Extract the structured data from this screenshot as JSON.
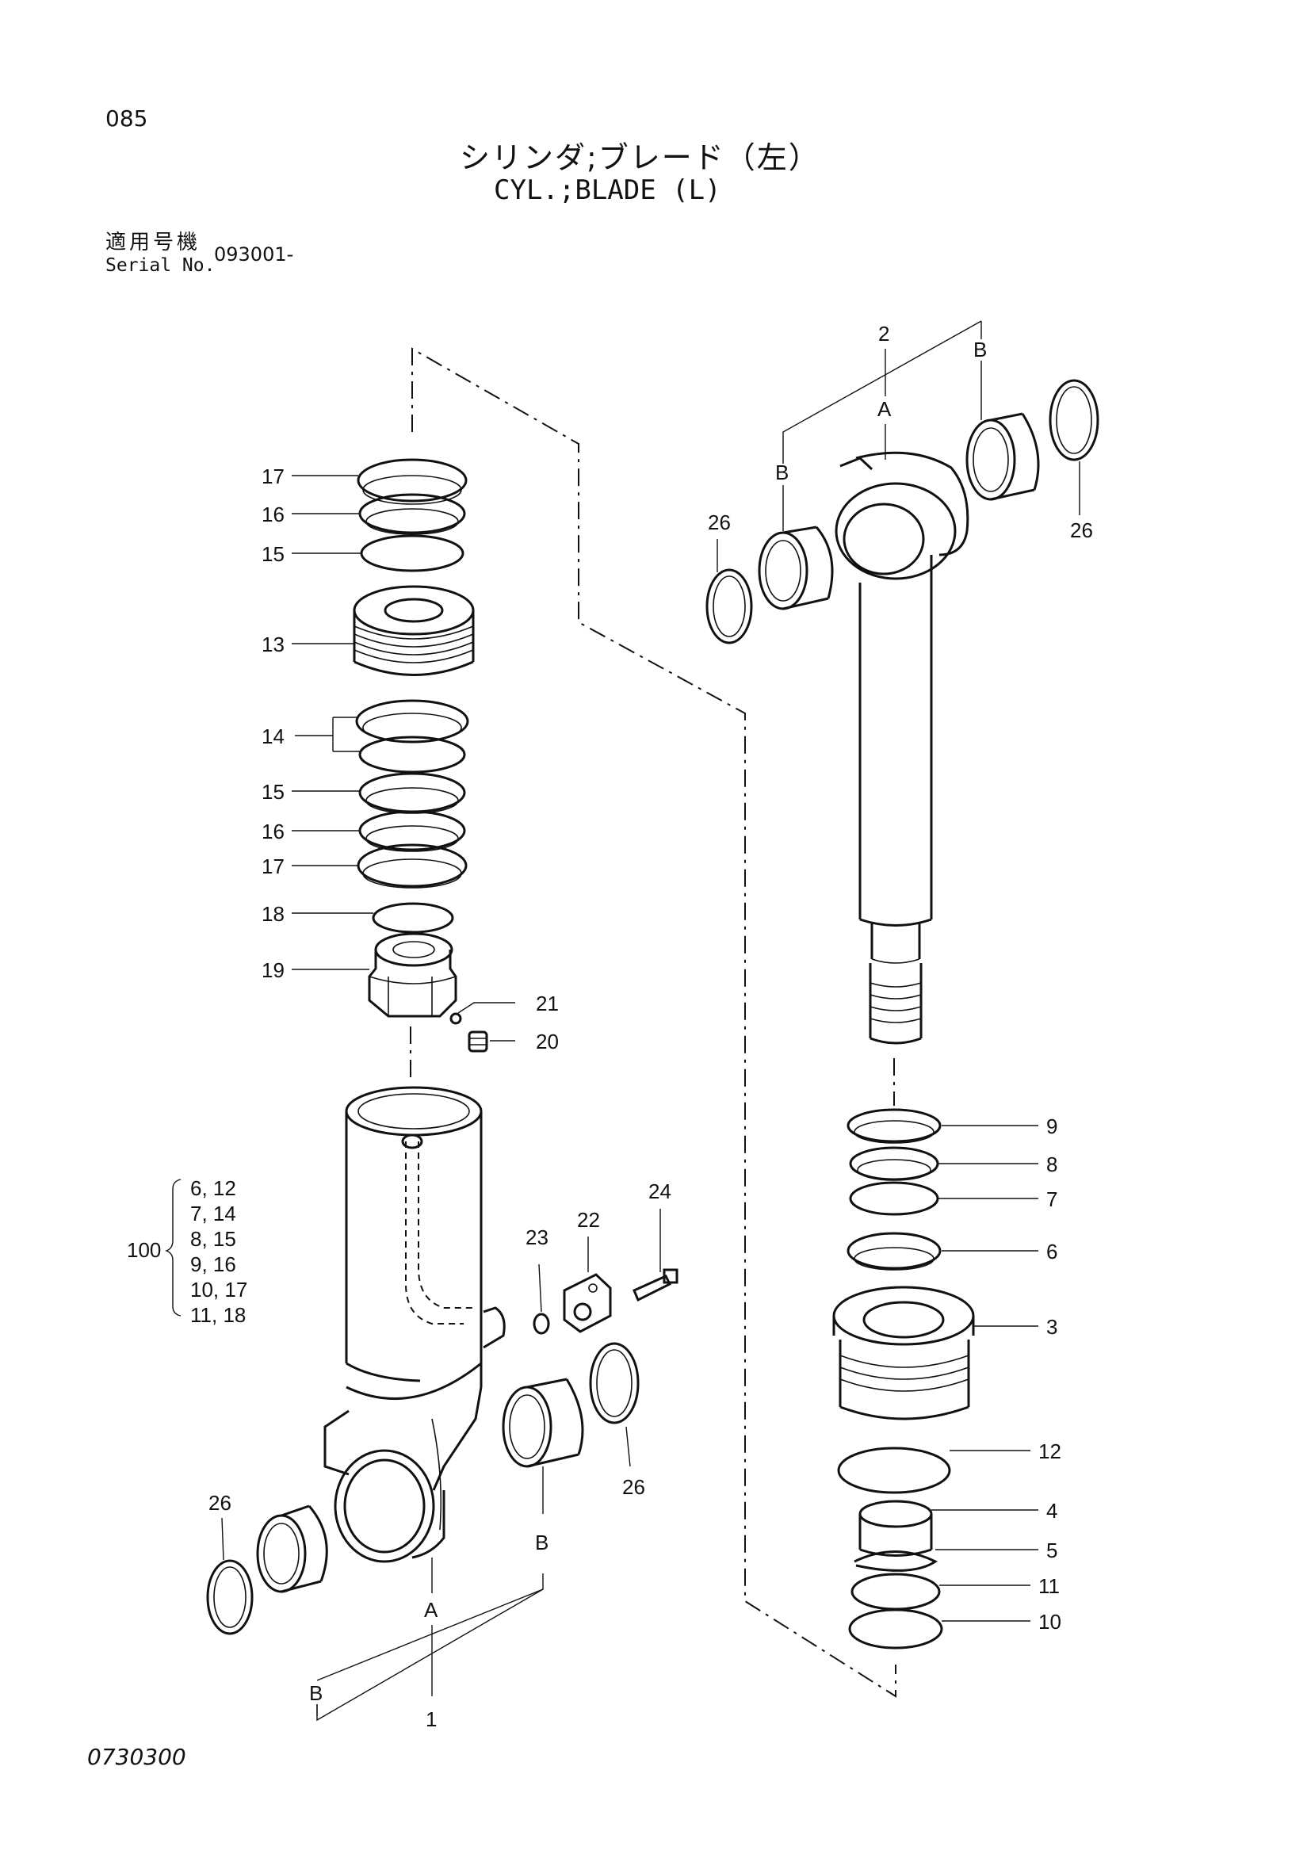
{
  "page_number": "085",
  "title_ja": "シリンダ;ブレード（左）",
  "title_en": "CYL.;BLADE (L)",
  "serial_label_ja": "適用号機",
  "serial_label_en": "Serial No.",
  "serial_value": "093001-",
  "drawing_code": "0730300",
  "kit": {
    "label": "100",
    "rows": [
      "6, 12",
      "7, 14",
      "8, 15",
      "9, 16",
      "10, 17",
      "11, 18"
    ]
  },
  "callouts": {
    "p17a": "17",
    "p16a": "16",
    "p15a": "15",
    "p13": "13",
    "p14": "14",
    "p15b": "15",
    "p16b": "16",
    "p17b": "17",
    "p18": "18",
    "p19": "19",
    "p21": "21",
    "p20": "20",
    "p23": "23",
    "p22": "22",
    "p24": "24",
    "p26_lb": "26",
    "p26_lr": "26",
    "p26_rl": "26",
    "p26_rr": "26",
    "p1": "1",
    "p2": "2",
    "p9": "9",
    "p8": "8",
    "p7": "7",
    "p6": "6",
    "p3": "3",
    "p12": "12",
    "p4": "4",
    "p5": "5",
    "p11": "11",
    "p10": "10"
  },
  "ref_letters": {
    "a_left": "A",
    "b_left_l": "B",
    "b_left_r": "B",
    "a_right": "A",
    "b_right_l": "B",
    "b_right_r": "B"
  }
}
